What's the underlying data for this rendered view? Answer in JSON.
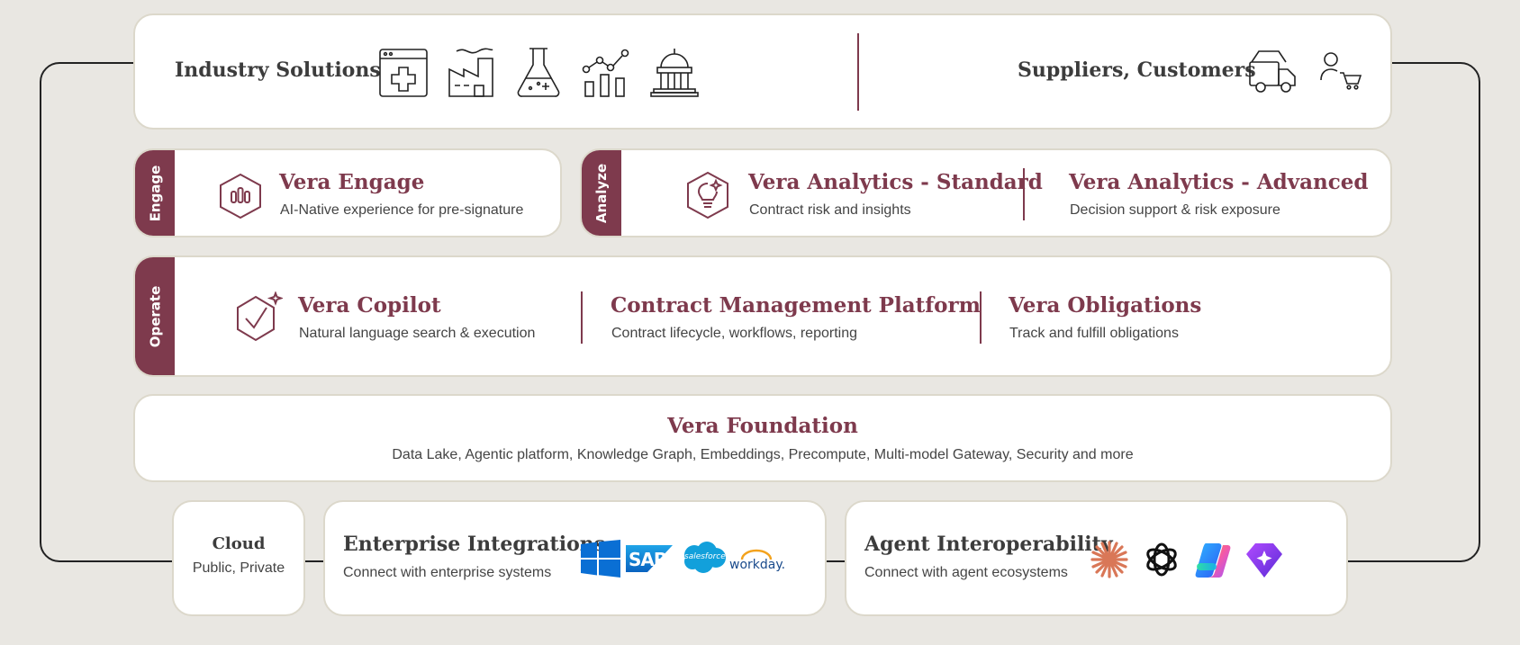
{
  "top": {
    "industry_label": "Industry Solutions",
    "industry_icons": [
      "medical-window-icon",
      "factory-icon",
      "flask-icon",
      "analytics-chart-icon",
      "government-building-icon"
    ],
    "suppliers_label": "Suppliers, Customers",
    "supplier_icons": [
      "delivery-truck-icon",
      "customer-cart-icon"
    ]
  },
  "engage": {
    "tab": "Engage",
    "title": "Vera Engage",
    "subtitle": "AI-Native experience for pre-signature",
    "icon": "hexagon-bars-icon"
  },
  "analyze": {
    "tab": "Analyze",
    "icon": "hexagon-lightbulb-icon",
    "standard_title": "Vera Analytics - Standard",
    "standard_subtitle": "Contract risk and insights",
    "advanced_title": "Vera Analytics - Advanced",
    "advanced_subtitle": "Decision support & risk exposure"
  },
  "operate": {
    "tab": "Operate",
    "icon": "hexagon-check-sparkle-icon",
    "copilot_title": "Vera Copilot",
    "copilot_subtitle": "Natural language search & execution",
    "cmp_title": "Contract Management Platform",
    "cmp_subtitle": "Contract lifecycle, workflows, reporting",
    "obligations_title": "Vera Obligations",
    "obligations_subtitle": "Track and fulfill obligations"
  },
  "foundation": {
    "title": "Vera Foundation",
    "subtitle": "Data Lake, Agentic platform, Knowledge Graph, Embeddings, Precompute, Multi-model Gateway, Security and more"
  },
  "cloud": {
    "title": "Cloud",
    "subtitle": "Public, Private"
  },
  "integrations": {
    "title": "Enterprise Integrations",
    "subtitle": "Connect with enterprise systems",
    "logos": {
      "windows": "windows-logo-icon",
      "sap": "SAP",
      "salesforce": "salesforce",
      "workday": "workday."
    }
  },
  "agents": {
    "title": "Agent Interoperability",
    "subtitle": "Connect with agent ecosystems",
    "logos": [
      "claude-starburst-icon",
      "openai-knot-icon",
      "copilot-icon",
      "gemini-gem-icon"
    ]
  },
  "colors": {
    "accent": "#7e3a4d",
    "card_border": "#dcd8cb",
    "background": "#e9e7e2"
  }
}
